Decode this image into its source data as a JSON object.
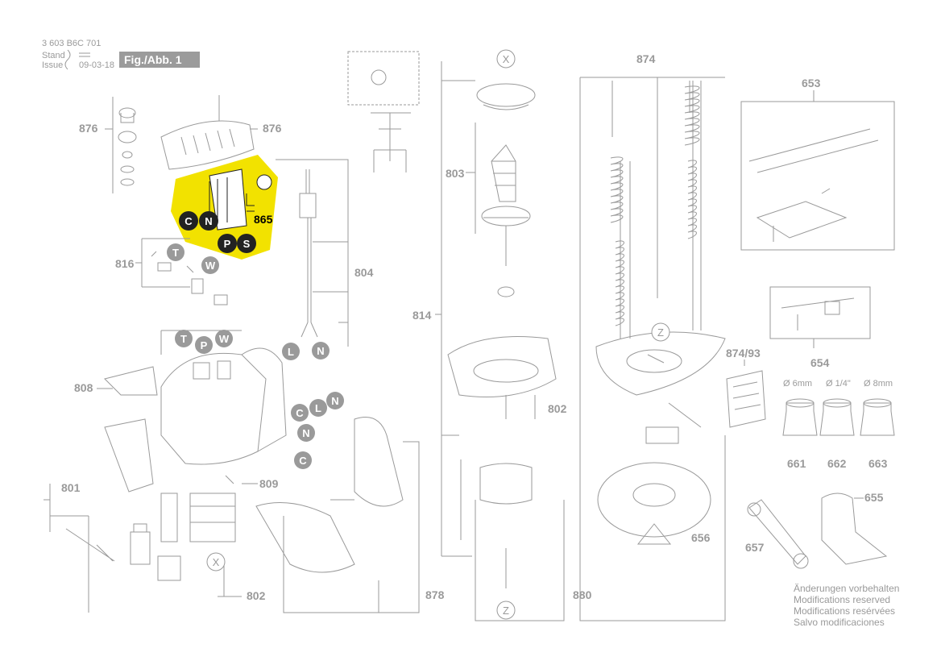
{
  "header": {
    "doc_number": "3 603 B6C 701",
    "stand_label": "Stand",
    "issue_label": "Issue",
    "date": "09-03-18",
    "figure": "Fig./Abb. 1"
  },
  "part_numbers": {
    "p876a": "876",
    "p876b": "876",
    "p865": "865",
    "p816": "816",
    "p804": "804",
    "p808": "808",
    "p801": "801",
    "p809": "809",
    "p802a": "802",
    "p802b": "802",
    "p803": "803",
    "p814": "814",
    "p878": "878",
    "p880": "880",
    "p874": "874",
    "p87493": "874/93",
    "p653": "653",
    "p654": "654",
    "p655": "655",
    "p656": "656",
    "p657": "657",
    "p661": "661",
    "p662": "662",
    "p663": "663"
  },
  "callouts": {
    "c_top": "C",
    "n_top": "N",
    "p_top": "P",
    "s_top": "S",
    "t1": "T",
    "w1": "W",
    "t2": "T",
    "p2": "P",
    "w2": "W",
    "l1": "L",
    "n1": "N",
    "c2": "C",
    "l2": "L",
    "n2": "N",
    "n3": "N",
    "c3": "C",
    "x1": "X",
    "x2": "X",
    "z1": "Z",
    "z2": "Z"
  },
  "collet_sizes": {
    "d1": "Ø 6mm",
    "d2": "Ø 1/4\"",
    "d3": "Ø 8mm"
  },
  "footer": {
    "l1": "Änderungen vorbehalten",
    "l2": "Modifications reserved",
    "l3": "Modifications resérvées",
    "l4": "Salvo modificaciones"
  },
  "colors": {
    "highlight": "#f2e200",
    "line": "#9a9a9a",
    "callout": "#9a9a9a"
  }
}
